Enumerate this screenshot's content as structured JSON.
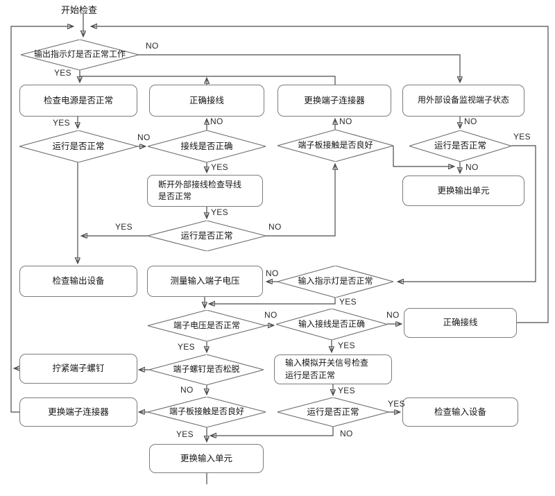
{
  "flowchart": {
    "start_label": "开始检查",
    "yes": "YES",
    "no": "NO",
    "nodes": {
      "d_output_indicator": {
        "label": "输出指示灯是否正常工作"
      },
      "b_check_power": {
        "label": "检查电源是否正常"
      },
      "b_correct_wiring_top": {
        "label": "正确接线"
      },
      "b_replace_connector_top": {
        "label": "更换端子连接器"
      },
      "b_monitor_terminal": {
        "label": "用外部设备监视端子状态"
      },
      "d_run_ok_left": {
        "label": "运行是否正常"
      },
      "d_wiring_correct": {
        "label": "接线是否正确"
      },
      "d_contact_good_top": {
        "label": "端子板接触是否良好"
      },
      "d_run_ok_right": {
        "label": "运行是否正常"
      },
      "b_disconnect_check": {
        "line1": "断开外部接线检查导线",
        "line2": "是否正常"
      },
      "b_replace_output_unit": {
        "label": "更换输出单元"
      },
      "d_run_ok_mid": {
        "label": "运行是否正常"
      },
      "b_check_output_device": {
        "label": "检查输出设备"
      },
      "b_measure_voltage": {
        "label": "测量输入端子电压"
      },
      "d_input_indicator": {
        "label": "输入指示灯是否正常"
      },
      "d_terminal_voltage": {
        "label": "端子电压是否正常"
      },
      "d_input_wiring": {
        "label": "输入接线是否正确"
      },
      "b_correct_wiring_bottom": {
        "label": "正确接线"
      },
      "b_tighten_screw": {
        "label": "拧紧端子螺钉"
      },
      "d_screw_loose": {
        "label": "端子螺钉是否松脱"
      },
      "b_input_analog": {
        "line1": "输入模拟开关信号检查",
        "line2": "运行是否正常"
      },
      "b_replace_connector_bottom": {
        "label": "更换端子连接器"
      },
      "d_contact_good_bottom": {
        "label": "端子板接触是否良好"
      },
      "d_run_ok_bottom": {
        "label": "运行是否正常"
      },
      "b_check_input_device": {
        "label": "检查输入设备"
      },
      "b_replace_input_unit": {
        "label": "更换输入单元"
      }
    }
  }
}
